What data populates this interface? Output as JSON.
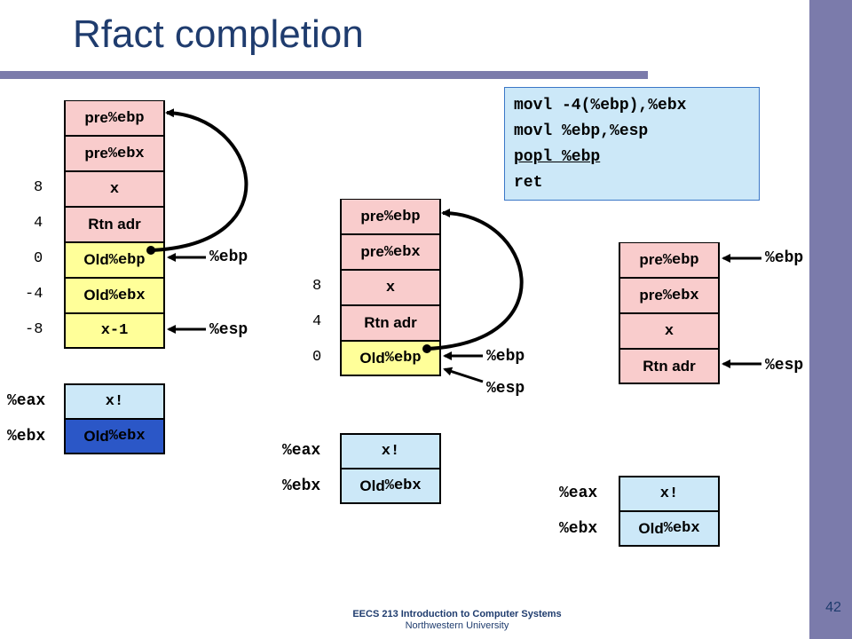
{
  "title": "Rfact completion",
  "page_number": "42",
  "footer": {
    "line1": "EECS 213 Introduction to Computer Systems",
    "line2": "Northwestern University"
  },
  "code": [
    "movl -4(%ebp),%ebx",
    "movl %ebp,%esp",
    "popl %ebp",
    "ret"
  ],
  "stack1": {
    "cells": [
      {
        "text": "pre ",
        "reg": "%ebp"
      },
      {
        "text": "pre ",
        "reg": "%ebx"
      },
      {
        "text": "",
        "reg": "x"
      },
      {
        "text": "Rtn adr",
        "reg": ""
      },
      {
        "text": "Old ",
        "reg": "%ebp"
      },
      {
        "text": "Old ",
        "reg": "%ebx"
      },
      {
        "text": "",
        "reg": "x-1"
      }
    ],
    "offsets": [
      "8",
      "4",
      "0",
      "-4",
      "-8"
    ],
    "ebp_label": "%ebp",
    "esp_label": "%esp",
    "regs": [
      {
        "name": "%eax",
        "value_text": "",
        "value_reg": "x!"
      },
      {
        "name": "%ebx",
        "value_text": "Old ",
        "value_reg": "%ebx"
      }
    ],
    "colors": {
      "pre": "#f9cccc",
      "frame": "#ffff99",
      "eax": "#cce8f8",
      "ebx": "#2b57c7"
    }
  },
  "stack2": {
    "cells": [
      {
        "text": "pre ",
        "reg": "%ebp"
      },
      {
        "text": "pre ",
        "reg": "%ebx"
      },
      {
        "text": "",
        "reg": "x"
      },
      {
        "text": "Rtn adr",
        "reg": ""
      },
      {
        "text": "Old ",
        "reg": "%ebp"
      }
    ],
    "offsets": [
      "8",
      "4",
      "0"
    ],
    "ebp_label": "%ebp",
    "esp_label": "%esp",
    "regs": [
      {
        "name": "%eax",
        "value_text": "",
        "value_reg": "x!"
      },
      {
        "name": "%ebx",
        "value_text": "Old ",
        "value_reg": "%ebx"
      }
    ]
  },
  "stack3": {
    "cells": [
      {
        "text": "pre ",
        "reg": "%ebp"
      },
      {
        "text": "pre ",
        "reg": "%ebx"
      },
      {
        "text": "",
        "reg": "x"
      },
      {
        "text": "Rtn adr",
        "reg": ""
      }
    ],
    "ebp_label": "%ebp",
    "esp_label": "%esp",
    "regs": [
      {
        "name": "%eax",
        "value_text": "",
        "value_reg": "x!"
      },
      {
        "name": "%ebx",
        "value_text": "Old ",
        "value_reg": "%ebx"
      }
    ]
  }
}
